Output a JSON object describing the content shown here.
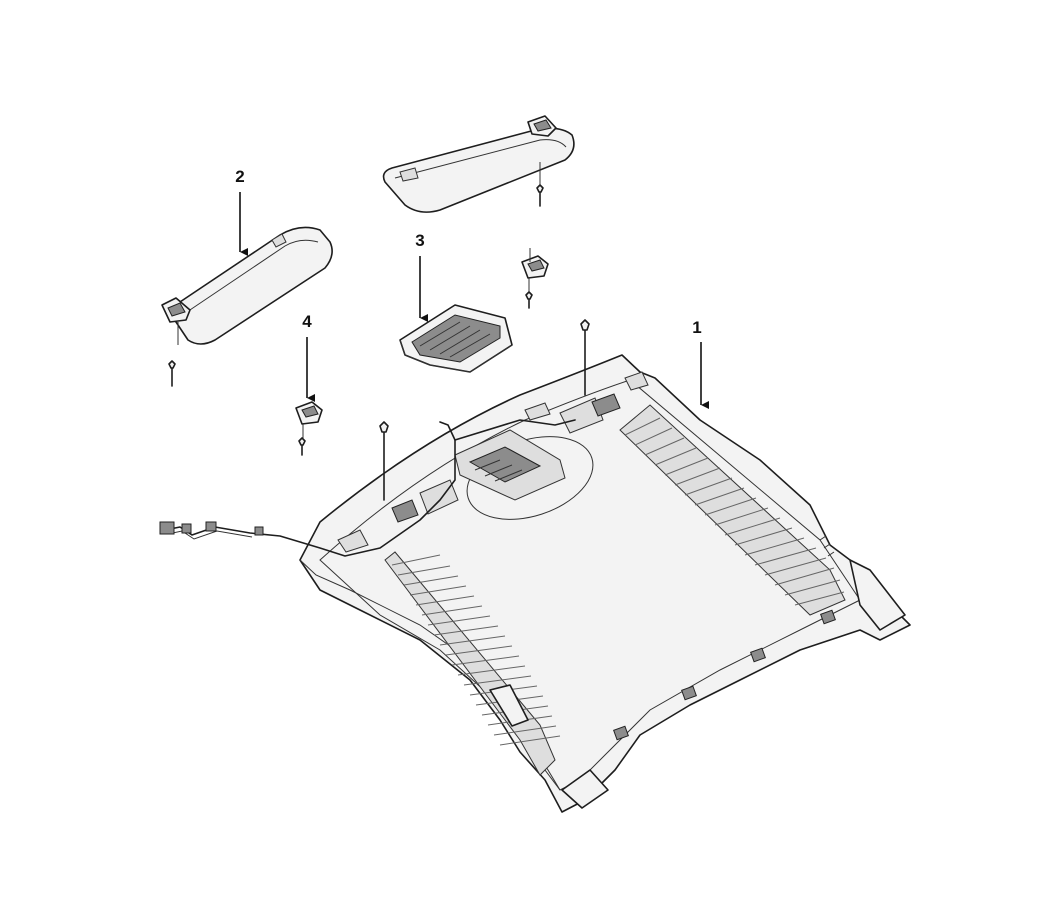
{
  "callouts": {
    "one": "1",
    "two": "2",
    "three": "3",
    "four": "4"
  },
  "parts": [
    {
      "ref": "1",
      "name": "headliner"
    },
    {
      "ref": "2",
      "name": "sun-visor"
    },
    {
      "ref": "3",
      "name": "overhead-console-lamp"
    },
    {
      "ref": "4",
      "name": "sun-visor-holder"
    }
  ]
}
